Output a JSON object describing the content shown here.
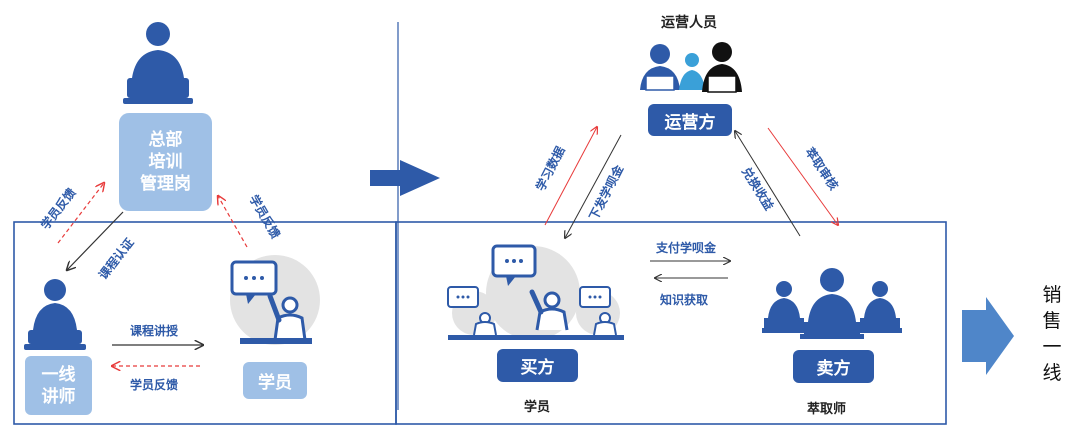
{
  "left": {
    "hq_box": "总部\n培训\n管理岗",
    "lecturer_box": "一线\n讲师",
    "student_box": "学员",
    "arrows": {
      "student_feedback_up_left": "学员反馈",
      "course_cert": "课程认证",
      "student_feedback_up_right": "学员反馈",
      "teach": "课程讲授",
      "student_feedback_bottom": "学员反馈"
    }
  },
  "right": {
    "ops_people_label": "运营人员",
    "ops_box": "运营方",
    "buyer_box": "买方",
    "buyer_caption": "学员",
    "seller_box": "卖方",
    "seller_caption": "萃取师",
    "arrows": {
      "learning_data": "学习数据",
      "issue_coin": "下发学呗金",
      "redeem_income": "兑换收益",
      "extract_review": "萃取审核",
      "pay_coin": "支付学呗金",
      "get_knowledge": "知识获取"
    }
  },
  "sales": {
    "chars": [
      "销",
      "售",
      "一",
      "线"
    ]
  },
  "colors": {
    "dark_blue": "#2e5aa8",
    "light_blue": "#9fc0e6",
    "gray_circle": "#e3e3e3",
    "red_arrow": "#e83a3a",
    "black_arrow": "#333333"
  }
}
